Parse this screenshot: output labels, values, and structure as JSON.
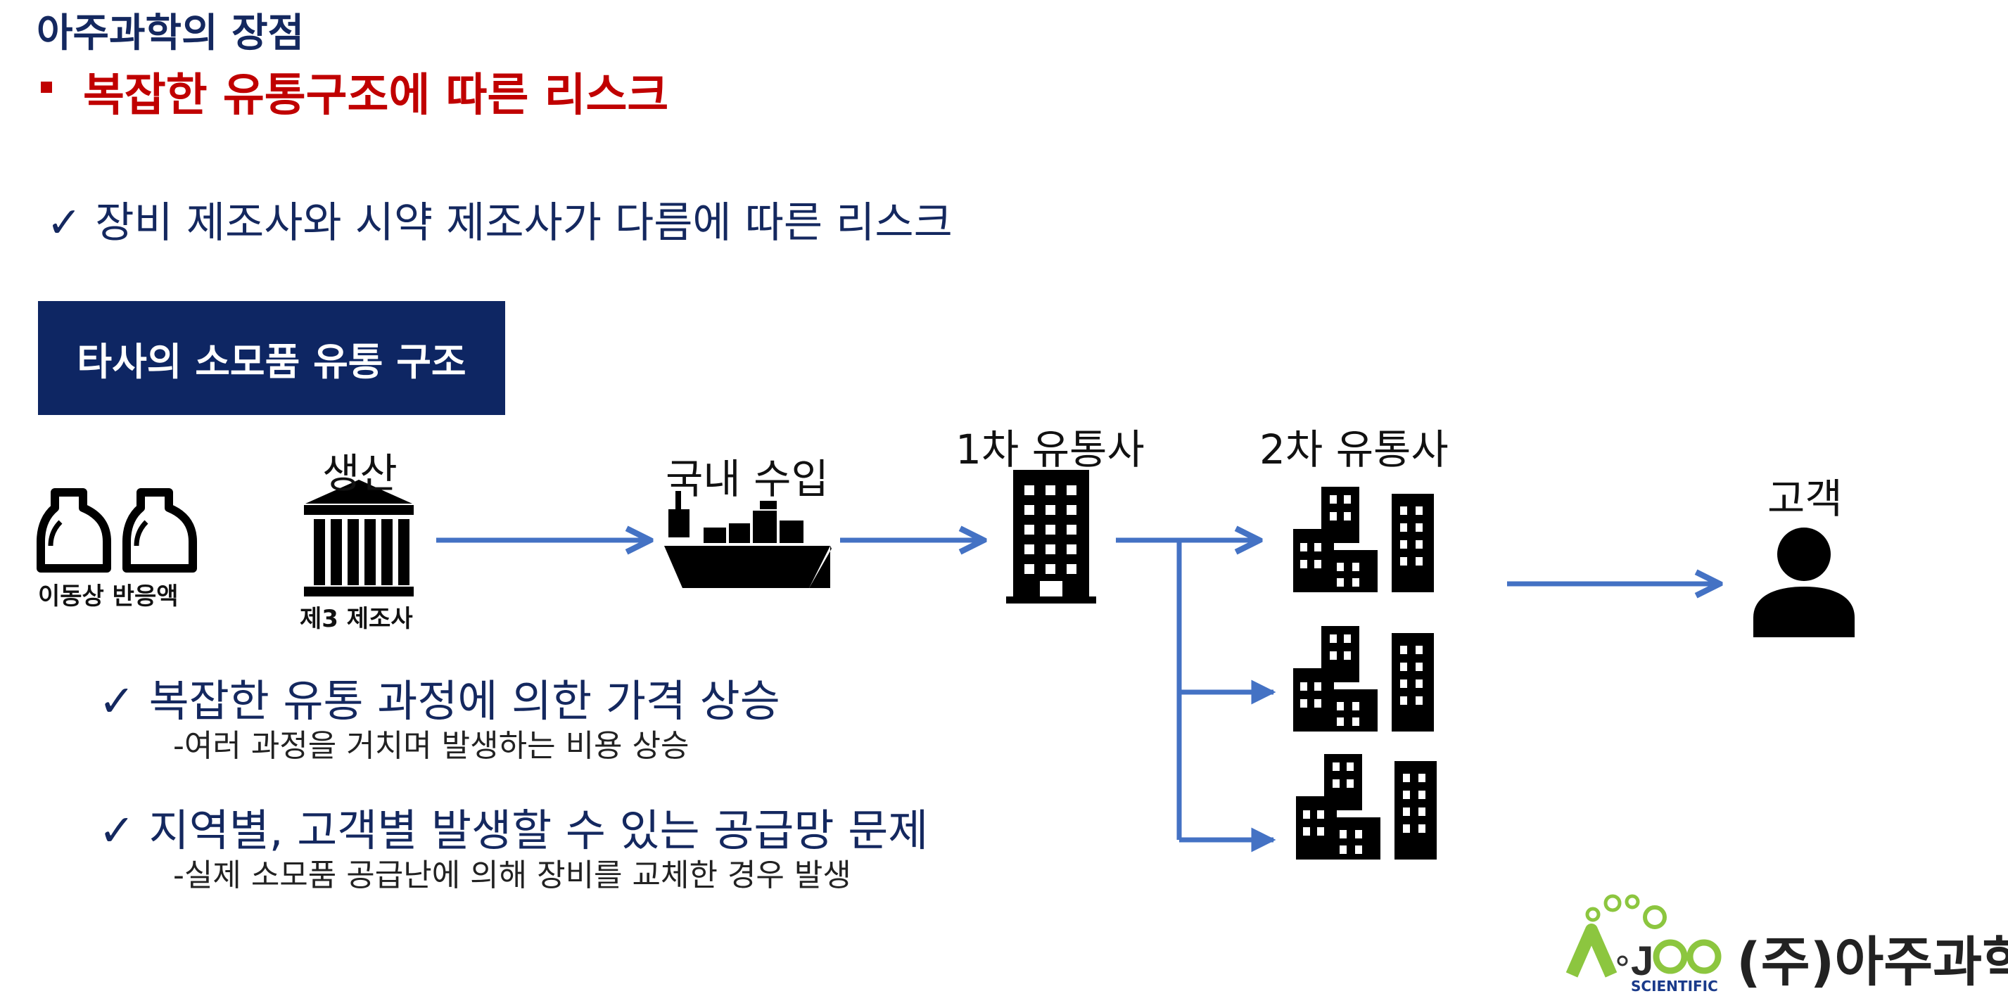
{
  "header": {
    "title": "아주과학의 장점",
    "subtitle": "복잡한 유통구조에 따른 리스크",
    "check_main": "✓ 장비 제조사와 시약 제조사가 다름에 따른 리스크"
  },
  "banner": {
    "label": "타사의 소모품 유통 구조"
  },
  "flow": {
    "bottles_label": "이동상 반응액",
    "production_label": "생산",
    "third_party_label": "제3 제조사",
    "import_label": "국내 수입",
    "dist1_label": "1차 유통사",
    "dist2_label": "2차 유통사",
    "customer_label": "고객"
  },
  "risks": [
    {
      "title": "✓ 복잡한 유통 과정에 의한 가격 상승",
      "detail": "-여러 과정을 거치며 발생하는 비용 상승"
    },
    {
      "title": "✓ 지역별, 고객별 발생할 수 있는 공급망 문제",
      "detail": "-실제 소모품 공급난에 의해 장비를 교체한 경우  발생"
    }
  ],
  "logo": {
    "brand": "(주)아주과학",
    "mark": "A。JOO",
    "tagline": "SCIENTIFIC"
  },
  "colors": {
    "navy": "#14285f",
    "banner": "#0e2663",
    "red": "#c00000",
    "arrow": "#4472c4",
    "logo_green": "#8cc63f"
  }
}
